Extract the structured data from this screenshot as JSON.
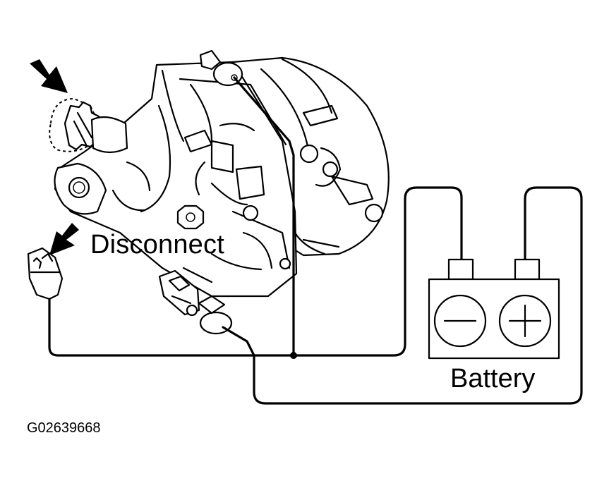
{
  "labels": {
    "disconnect": "Disconnect",
    "battery": "Battery",
    "figure_code": "G02639668"
  },
  "icons": [
    "arrow-pointer-icon",
    "minus-terminal-icon",
    "plus-terminal-icon"
  ],
  "colors": {
    "ink": "#000000",
    "paper": "#ffffff"
  }
}
